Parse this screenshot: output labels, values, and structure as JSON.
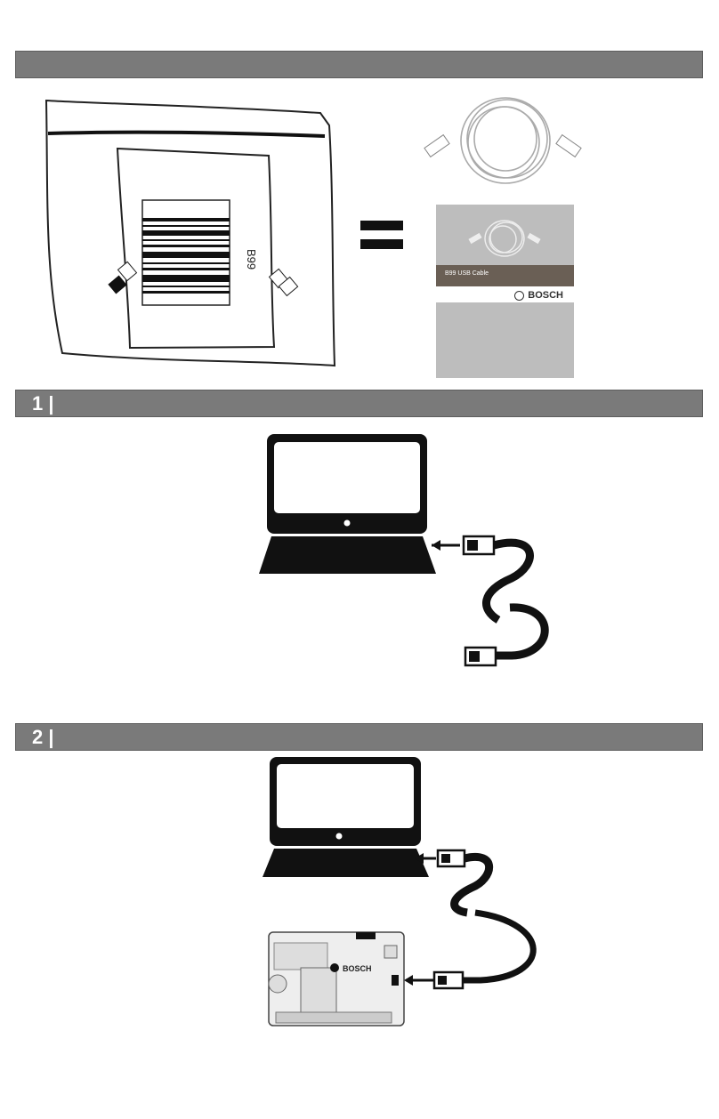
{
  "header_bar": {
    "label": ""
  },
  "bag": {
    "model_label": "B99"
  },
  "booklet": {
    "title": "B99 USB Cable",
    "brand": "BOSCH"
  },
  "steps": [
    {
      "number": "1 |"
    },
    {
      "number": "2 |"
    }
  ],
  "panel": {
    "brand": "BOSCH"
  }
}
